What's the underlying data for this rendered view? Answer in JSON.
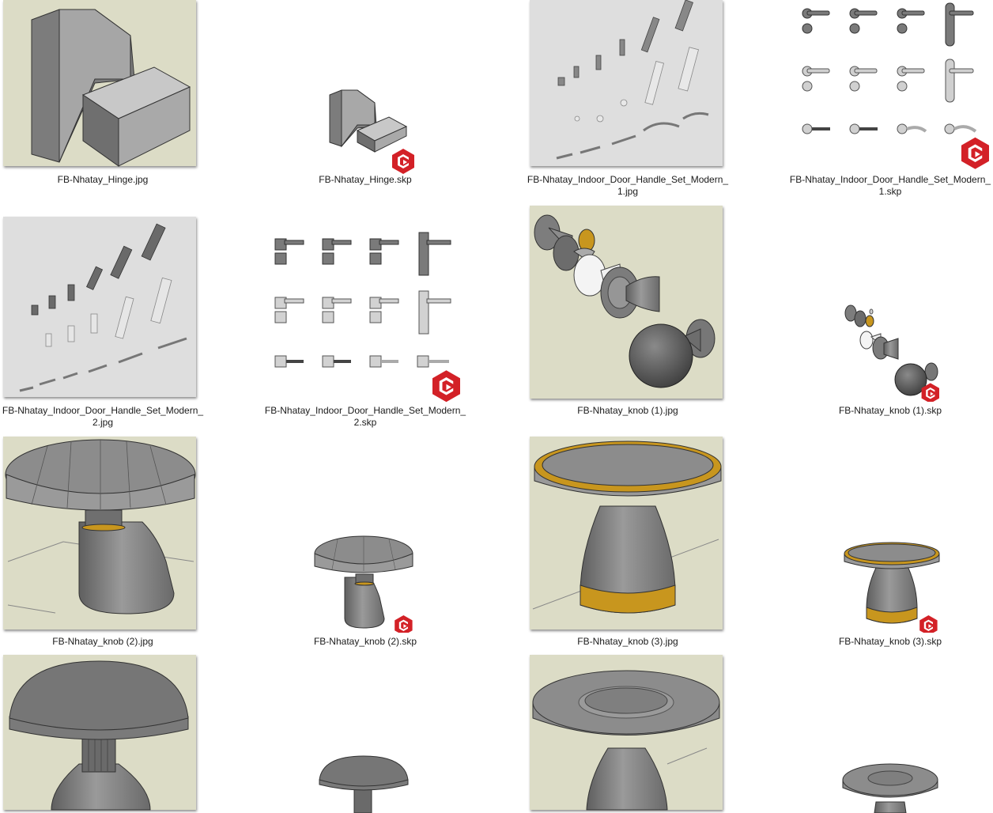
{
  "files": [
    {
      "name": "FB-Nhatay_Hinge.jpg",
      "kind": "jpg"
    },
    {
      "name": "FB-Nhatay_Hinge.skp",
      "kind": "skp"
    },
    {
      "name": "FB-Nhatay_Indoor_Door_Handle_Set_Modern_1.jpg",
      "kind": "jpg"
    },
    {
      "name": "FB-Nhatay_Indoor_Door_Handle_Set_Modern_1.skp",
      "kind": "skp"
    },
    {
      "name": "FB-Nhatay_Indoor_Door_Handle_Set_Modern_2.jpg",
      "kind": "jpg"
    },
    {
      "name": "FB-Nhatay_Indoor_Door_Handle_Set_Modern_2.skp",
      "kind": "skp"
    },
    {
      "name": "FB-Nhatay_knob (1).jpg",
      "kind": "jpg"
    },
    {
      "name": "FB-Nhatay_knob (1).skp",
      "kind": "skp"
    },
    {
      "name": "FB-Nhatay_knob (2).jpg",
      "kind": "jpg"
    },
    {
      "name": "FB-Nhatay_knob (2).skp",
      "kind": "skp"
    },
    {
      "name": "FB-Nhatay_knob (3).jpg",
      "kind": "jpg"
    },
    {
      "name": "FB-Nhatay_knob (3).skp",
      "kind": "skp"
    },
    {
      "name": "",
      "kind": "jpg"
    },
    {
      "name": "",
      "kind": "skp"
    },
    {
      "name": "",
      "kind": "jpg"
    },
    {
      "name": "",
      "kind": "skp"
    }
  ],
  "colors": {
    "beige": "#dcdcc6",
    "grey_bg": "#dedede",
    "model": "#8a8a8a",
    "gold": "#c8961e",
    "sketchup_red": "#d32127"
  }
}
